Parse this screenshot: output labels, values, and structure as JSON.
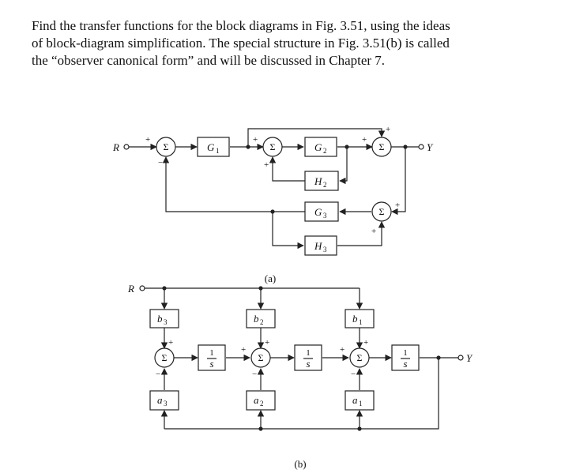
{
  "problem": {
    "lines": [
      "Find the transfer functions for the block diagrams in Fig. 3.51, using the ideas",
      "of block-diagram simplification. The special structure in Fig. 3.51(b) is called",
      "the “observer canonical form” and will be discussed in Chapter 7."
    ]
  },
  "figure_a": {
    "caption": "(a)",
    "input_label": "R",
    "output_label": "Y",
    "sum_symbol": "Σ",
    "blocks": {
      "g1": "G",
      "g1_sub": "1",
      "g2": "G",
      "g2_sub": "2",
      "h2": "H",
      "h2_sub": "2",
      "g3": "G",
      "g3_sub": "3",
      "h3": "H",
      "h3_sub": "3"
    },
    "signs": {
      "s1_in": "+",
      "s1_fb": "−",
      "s2_top": "+",
      "s2_bottom": "+",
      "s3_left": "+",
      "s3_top": "+",
      "s4_right": "+",
      "s4_bottom": "+"
    }
  },
  "figure_b": {
    "caption": "(b)",
    "input_label": "R",
    "output_label": "Y",
    "sum_symbol": "Σ",
    "blocks": {
      "b3": "b",
      "b3_sub": "3",
      "b2": "b",
      "b2_sub": "2",
      "b1": "b",
      "b1_sub": "1",
      "a3": "a",
      "a3_sub": "3",
      "a2": "a",
      "a2_sub": "2",
      "a1": "a",
      "a1_sub": "1",
      "int_num": "1",
      "int_den": "s"
    },
    "signs": {
      "s1_top": "+",
      "s1_bottom": "−",
      "s2_left": "+",
      "s2_top": "+",
      "s2_bottom": "−",
      "s3_left": "+",
      "s3_top": "+",
      "s3_bottom": "−"
    }
  }
}
